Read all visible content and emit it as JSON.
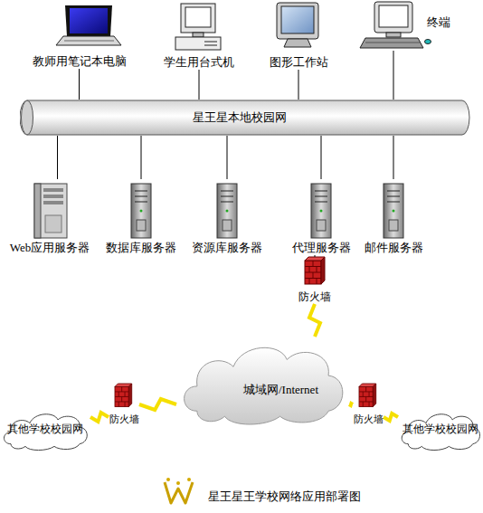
{
  "diagram": {
    "caption": "星王星王学校网络应用部署图",
    "nodes": [
      {
        "text": [
          "教师用笔记本电脑"
        ]
      },
      {
        "text": [
          "学生用台式机"
        ]
      },
      {
        "text": [
          "图形工作站"
        ]
      },
      {
        "text": [
          "终端"
        ]
      },
      {
        "text": [
          "星王星本地校园网"
        ]
      },
      {
        "text": [
          "Web应用服务器"
        ]
      },
      {
        "text": [
          "数据库服务器"
        ]
      },
      {
        "text": [
          "资源库服务器"
        ]
      },
      {
        "text": [
          "代理服务器"
        ]
      },
      {
        "text": [
          "邮件服务器"
        ]
      },
      {
        "text": [
          "防火墙"
        ]
      },
      {
        "text": [
          "城域网/Internet"
        ]
      },
      {
        "text": [
          "其他学校校园网"
        ]
      },
      {
        "text": [
          "防火墙"
        ]
      },
      {
        "text": [
          "防火墙"
        ]
      },
      {
        "text": [
          "其他学校校园网"
        ]
      }
    ],
    "edges": [
      {
        "from": 0,
        "to": 4,
        "arrow": "none"
      },
      {
        "from": 1,
        "to": 4,
        "arrow": "none"
      },
      {
        "from": 2,
        "to": 4,
        "arrow": "none"
      },
      {
        "from": 3,
        "to": 4,
        "arrow": "none"
      },
      {
        "from": 4,
        "to": 5,
        "arrow": "none"
      },
      {
        "from": 4,
        "to": 6,
        "arrow": "none"
      },
      {
        "from": 4,
        "to": 7,
        "arrow": "none"
      },
      {
        "from": 4,
        "to": 8,
        "arrow": "none"
      },
      {
        "from": 4,
        "to": 9,
        "arrow": "none"
      },
      {
        "from": 8,
        "to": 10,
        "arrow": "none"
      },
      {
        "from": 10,
        "to": 11,
        "arrow": "none"
      },
      {
        "from": 11,
        "to": 13,
        "arrow": "none"
      },
      {
        "from": 13,
        "to": 12,
        "arrow": "none"
      },
      {
        "from": 11,
        "to": 14,
        "arrow": "none"
      },
      {
        "from": 14,
        "to": 15,
        "arrow": "none"
      }
    ]
  }
}
